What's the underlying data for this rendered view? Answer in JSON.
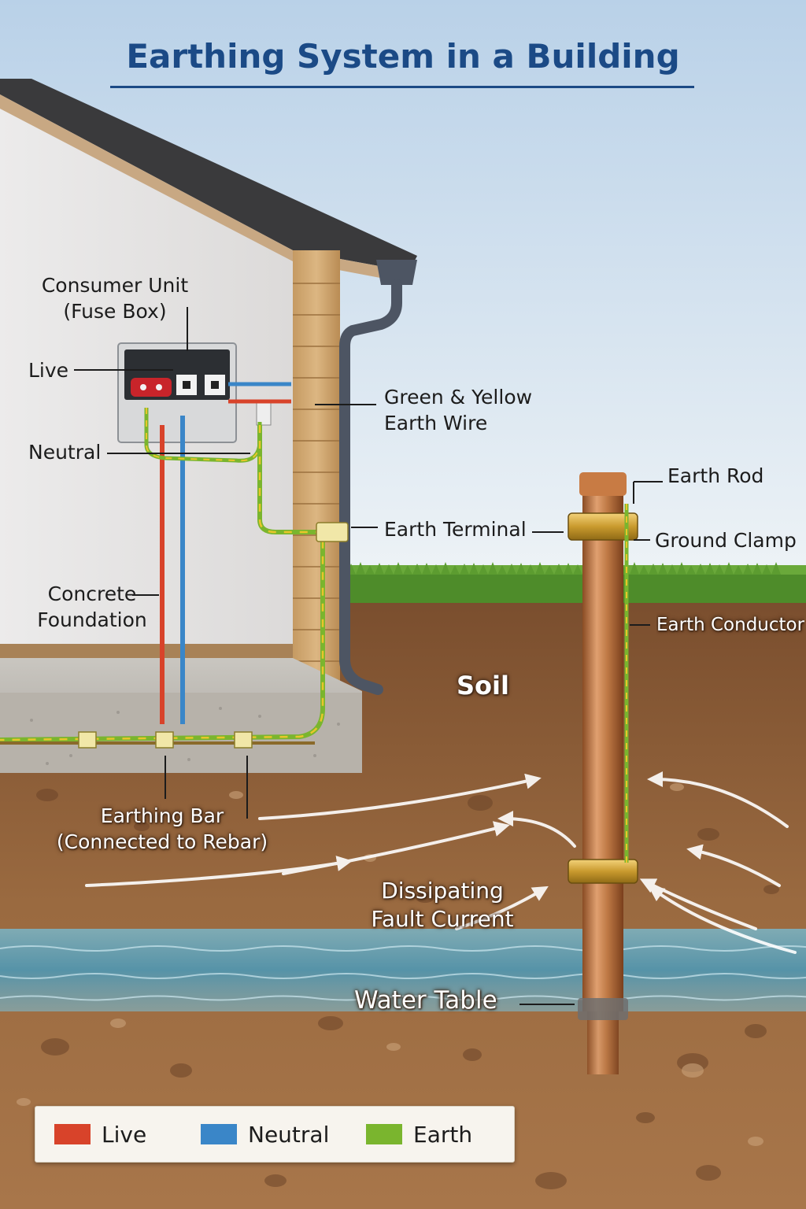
{
  "title": "Earthing System in a Building",
  "labels": {
    "consumer_unit": [
      "Consumer Unit",
      "(Fuse Box)"
    ],
    "live": "Live",
    "neutral": "Neutral",
    "concrete_foundation": [
      "Concrete",
      "Foundation"
    ],
    "earthing_bar": [
      "Earthing Bar",
      "(Connected to Rebar)"
    ],
    "earth_wire": [
      "Green & Yellow",
      "Earth Wire"
    ],
    "earth_terminal": "Earth Terminal",
    "earth_rod": "Earth Rod",
    "ground_clamp": "Ground Clamp",
    "earth_conductor": "Earth Conductor",
    "soil": "Soil",
    "fault_current": [
      "Dissipating",
      "Fault Current"
    ],
    "water_table": "Water Table"
  },
  "legend": [
    {
      "label": "Live",
      "color": "#d8432a"
    },
    {
      "label": "Neutral",
      "color": "#3a86c8"
    },
    {
      "label": "Earth",
      "color": "#7ab52e"
    }
  ],
  "colors": {
    "title": "#1b4a86",
    "live": "#d8432a",
    "neutral": "#3a86c8",
    "earth": "#7ab52e",
    "earth_stripe": "#e8c62a",
    "copper": "#c07a46",
    "soil": "#8a5a36",
    "water": "#5fa9c2",
    "sky": "#cfe0ef"
  }
}
